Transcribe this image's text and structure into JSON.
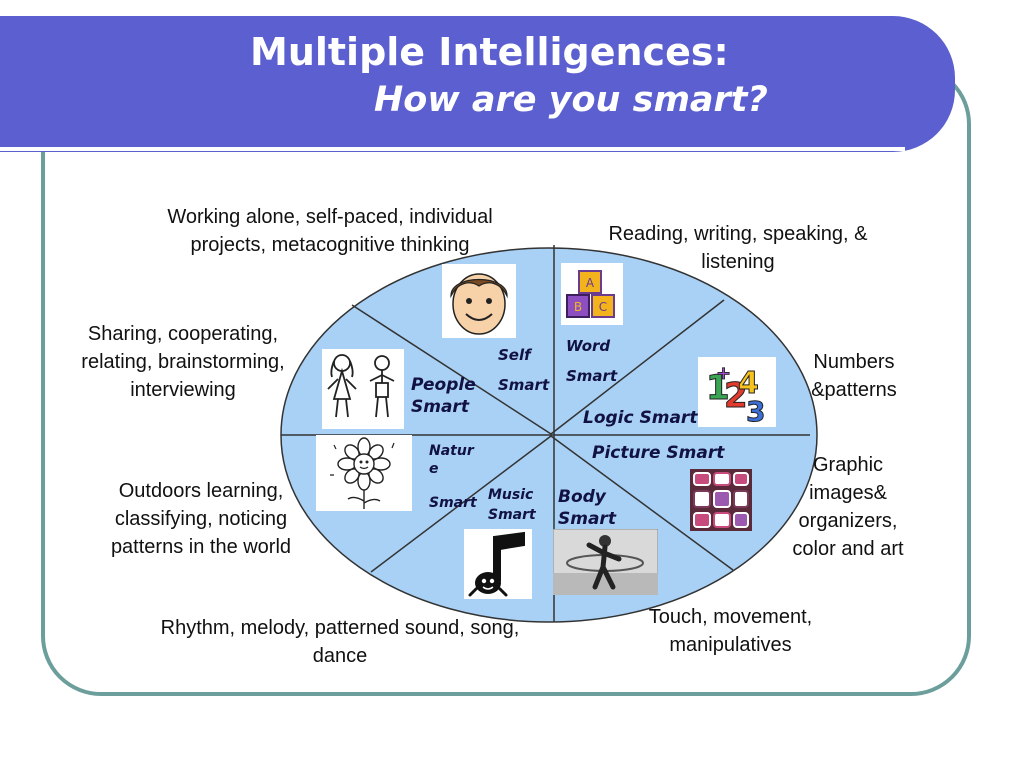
{
  "header": {
    "title_line1": "Multiple Intelligences:",
    "title_line2": "How are you smart?"
  },
  "colors": {
    "banner": "#5b5fcf",
    "frame_border": "#6c9f9b",
    "ellipse_fill": "#a9d1f5",
    "divider": "#333333"
  },
  "intelligences": [
    {
      "key": "self",
      "label_lines": [
        "Self",
        "Smart"
      ],
      "description": "Working alone, self-paced, individual projects, metacognitive thinking",
      "icon": "smiling-face-icon"
    },
    {
      "key": "word",
      "label_lines": [
        "Word",
        "Smart"
      ],
      "description": "Reading, writing, speaking, & listening",
      "icon": "letter-blocks-icon"
    },
    {
      "key": "logic",
      "label_lines": [
        "Logic Smart"
      ],
      "description": "Numbers &patterns",
      "icon": "numbers-icon"
    },
    {
      "key": "picture",
      "label_lines": [
        "Picture Smart"
      ],
      "description": "Graphic images& organizers, color and art",
      "icon": "shapes-pattern-icon"
    },
    {
      "key": "body",
      "label_lines": [
        "Body",
        "Smart"
      ],
      "description": "Touch, movement, manipulatives",
      "icon": "hula-hoop-dancer-icon"
    },
    {
      "key": "music",
      "label_lines": [
        "Music",
        "Smart"
      ],
      "description": "Rhythm, melody, patterned sound, song, dance",
      "icon": "music-note-icon"
    },
    {
      "key": "nature",
      "label_lines": [
        "Natur",
        "e",
        "Smart"
      ],
      "description": "Outdoors learning, classifying, noticing patterns in the world",
      "icon": "flower-icon"
    },
    {
      "key": "people",
      "label_lines": [
        "People",
        "Smart"
      ],
      "description": "Sharing, cooperating, relating, brainstorming, interviewing",
      "icon": "stick-people-icon"
    }
  ]
}
